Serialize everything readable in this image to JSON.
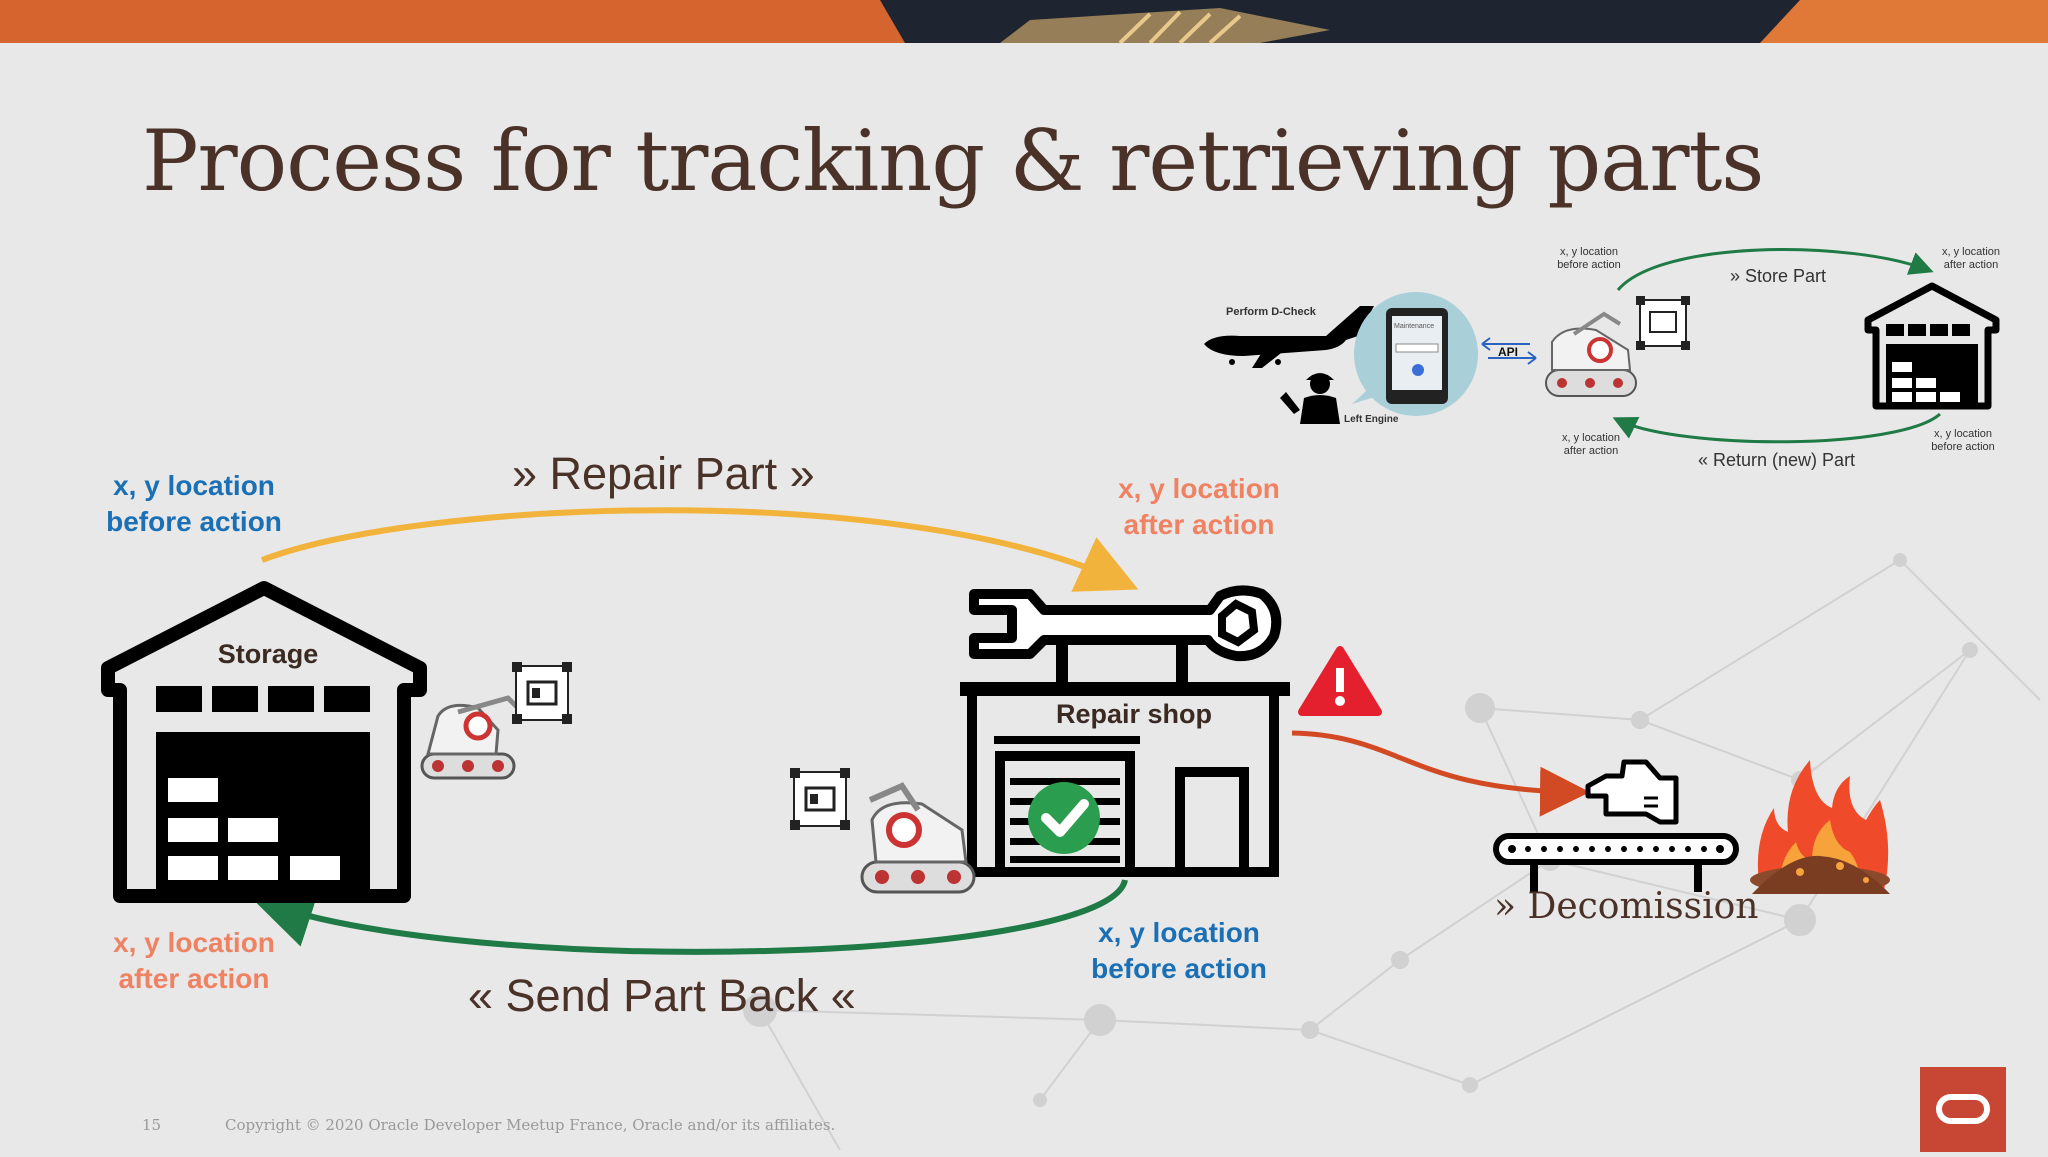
{
  "slide": {
    "title": "Process for tracking & retrieving parts",
    "page_number": "15",
    "copyright": "Copyright © 2020 Oracle Developer Meetup France, Oracle and/or its affiliates."
  },
  "colors": {
    "title": "#4a3228",
    "blue_label": "#1a6fb5",
    "salmon_label": "#ee8262",
    "repair_arrow": "#f2b33d",
    "send_back_arrow": "#1f7a45",
    "decommission_arrow": "#d24a23",
    "oracle_red": "#c74634",
    "check_green": "#2a9d4f",
    "warning_red": "#e5202e"
  },
  "main_diagram": {
    "storage_label": "Storage",
    "repair_shop_label": "Repair shop",
    "repair_part": "» Repair Part »",
    "send_part_back": "« Send Part Back «",
    "decommission": "» Decomission",
    "storage_before": {
      "line1": "x, y location",
      "line2": "before action"
    },
    "repair_after": {
      "line1": "x, y location",
      "line2": "after action"
    },
    "storage_after": {
      "line1": "x, y location",
      "line2": "after action"
    },
    "repair_before": {
      "line1": "x, y location",
      "line2": "before action"
    }
  },
  "inset_diagram": {
    "perform_dcheck": "Perform D-Check",
    "left_engine": "Left Engine",
    "maintenance": "Maintenance",
    "api": "API",
    "store_part": "» Store Part",
    "return_part": "« Return (new) Part",
    "robot_before": {
      "line1": "x, y location",
      "line2": "before action"
    },
    "warehouse_after": {
      "line1": "x, y location",
      "line2": "after action"
    },
    "robot_after": {
      "line1": "x, y location",
      "line2": "after action"
    },
    "warehouse_before": {
      "line1": "x, y location",
      "line2": "before action"
    }
  },
  "icons": [
    "storage-warehouse-icon",
    "robot-icon",
    "part-box-icon",
    "wrench-icon",
    "repair-shop-icon",
    "checkmark-icon",
    "warning-icon",
    "conveyor-icon",
    "engine-icon",
    "fire-icon",
    "airplane-icon",
    "mechanic-icon",
    "tablet-icon",
    "oracle-logo-icon"
  ]
}
